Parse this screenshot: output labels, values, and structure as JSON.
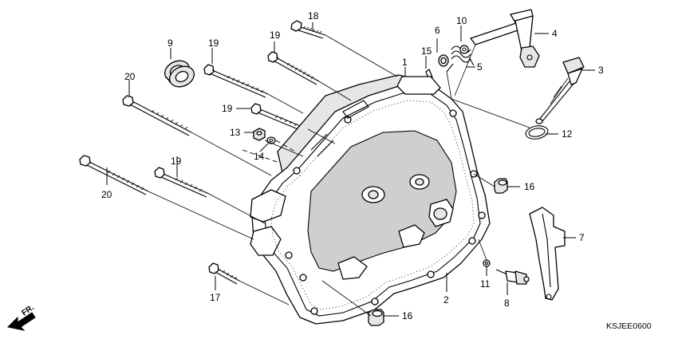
{
  "callouts": {
    "c1": "1",
    "c2": "2",
    "c3": "3",
    "c4": "4",
    "c5": "5",
    "c6": "6",
    "c7": "7",
    "c8": "8",
    "c9": "9",
    "c10": "10",
    "c11": "11",
    "c12": "12",
    "c13": "13",
    "c14": "14",
    "c15": "15",
    "c16a": "16",
    "c16b": "16",
    "c17": "17",
    "c18": "18",
    "c19a": "19",
    "c19b": "19",
    "c19c": "19",
    "c19d": "19",
    "c20a": "20",
    "c20b": "20"
  },
  "diagram_code": "KSJEE0600",
  "front_marker": "FR."
}
